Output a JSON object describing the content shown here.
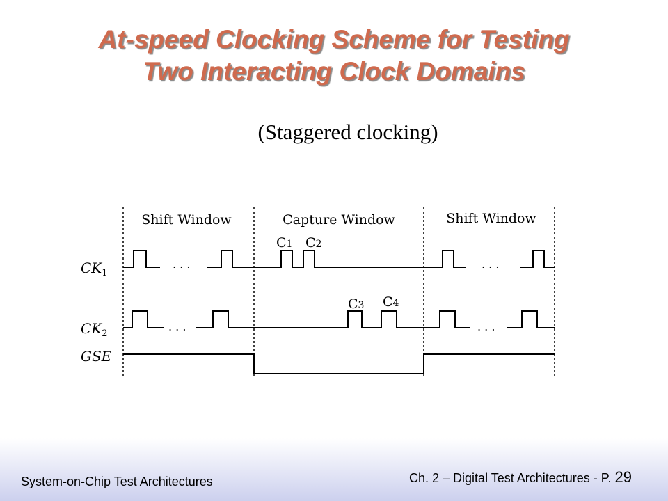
{
  "slide": {
    "title_line1": "At-speed Clocking Scheme for Testing",
    "title_line2": "Two Interacting Clock Domains",
    "subtitle": "(Staggered clocking)"
  },
  "diagram": {
    "windows": [
      "Shift Window",
      "Capture Window",
      "Shift Window"
    ],
    "signals": [
      {
        "name": "CK",
        "sub": "1"
      },
      {
        "name": "CK",
        "sub": "2"
      },
      {
        "name": "GSE",
        "sub": ""
      }
    ],
    "capture_pulses": [
      {
        "name": "C",
        "sub": "1"
      },
      {
        "name": "C",
        "sub": "2"
      },
      {
        "name": "C",
        "sub": "3"
      },
      {
        "name": "C",
        "sub": "4"
      }
    ],
    "ellipsis": ". . ."
  },
  "footer": {
    "left": "System-on-Chip Test Architectures",
    "right": "Ch. 2 – Digital Test Architectures - P.",
    "page": "29"
  },
  "colors": {
    "title": "#cf6a4e",
    "footer_gradient_end": "#ccd0ee"
  }
}
